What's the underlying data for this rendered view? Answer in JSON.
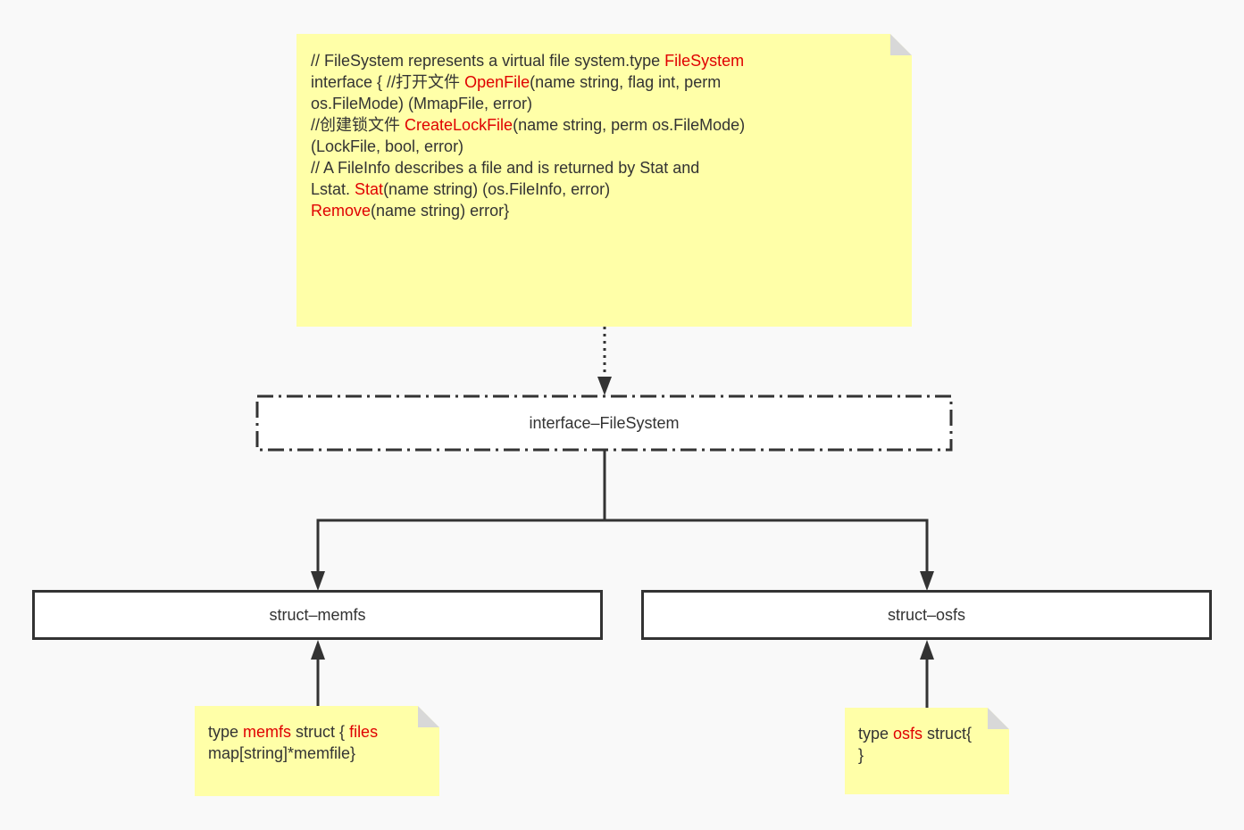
{
  "top_note": {
    "line1_a": "// FileSystem represents a virtual file system.type ",
    "line1_kw": "FileSystem",
    "line2_a": "interface { //打开文件 ",
    "line2_kw": "OpenFile",
    "line2_b": "(name string, flag int, perm",
    "line3": "os.FileMode) (MmapFile, error)",
    "line4_a": "//创建锁文件 ",
    "line4_kw": "CreateLockFile",
    "line4_b": "(name string, perm os.FileMode)",
    "line5": "(LockFile, bool, error)",
    "line6": "// A FileInfo describes a file and is returned by Stat and",
    "line7_a": "Lstat. ",
    "line7_kw": "Stat",
    "line7_b": "(name string) (os.FileInfo, error)",
    "line8_kw": "Remove",
    "line8_b": "(name string) error}"
  },
  "interface_box": {
    "label": "interface–FileSystem"
  },
  "memfs_box": {
    "label": "struct–memfs"
  },
  "osfs_box": {
    "label": "struct–osfs"
  },
  "memfs_note": {
    "line1_a": "type ",
    "line1_kw1": "memfs",
    "line1_b": " struct { ",
    "line1_kw2": "files",
    "line2": "map[string]*memfile}"
  },
  "osfs_note": {
    "line1_a": "type ",
    "line1_kw": "osfs",
    "line1_b": " struct{",
    "line2": "}"
  },
  "colors": {
    "note_bg": "#ffffa8",
    "keyword": "#e00000",
    "line": "#333333",
    "background": "#f9f9f9"
  }
}
